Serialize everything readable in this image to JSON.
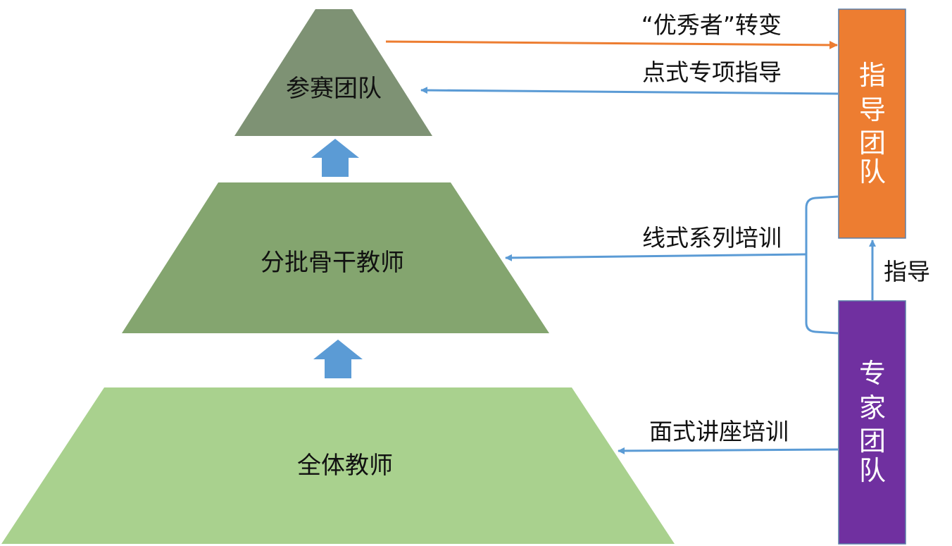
{
  "tiers": {
    "top": {
      "label": "参赛团队",
      "color": "#7e9274"
    },
    "middle": {
      "label": "分批骨干教师",
      "color": "#84a56f"
    },
    "bottom": {
      "label": "全体教师",
      "color": "#a9d18e"
    }
  },
  "boxes": {
    "guide_team": {
      "chars": [
        "指",
        "导",
        "团",
        "队"
      ],
      "color": "#ed7d31"
    },
    "expert_team": {
      "chars": [
        "专",
        "家",
        "团",
        "队"
      ],
      "color": "#7030a0"
    }
  },
  "arrows": {
    "excellent_transform": {
      "label": "“优秀者”转变",
      "color": "#ed7d31"
    },
    "point_guidance": {
      "label": "点式专项指导",
      "color": "#5b9bd5"
    },
    "line_training": {
      "label": "线式系列培训",
      "color": "#5b9bd5"
    },
    "surface_lecture": {
      "label": "面式讲座培训",
      "color": "#5b9bd5"
    },
    "guide": {
      "label": "指导",
      "color": "#5b9bd5"
    }
  },
  "up_arrow_color": "#5b9bd5"
}
